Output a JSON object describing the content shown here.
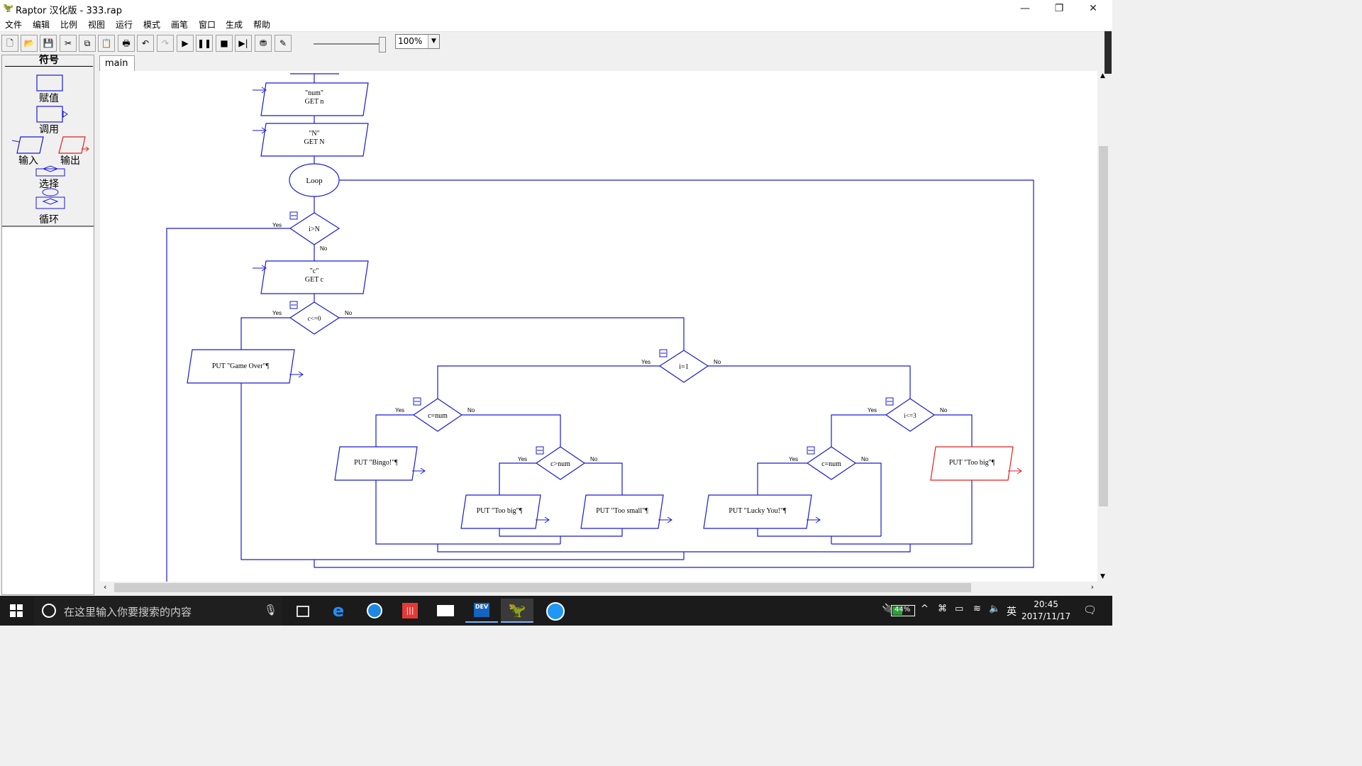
{
  "window": {
    "title": "Raptor 汉化版 - 333.rap",
    "minimize": "—",
    "restore": "❐",
    "close": "✕"
  },
  "menu": [
    "文件",
    "编辑",
    "比例",
    "视图",
    "运行",
    "模式",
    "画笔",
    "窗口",
    "生成",
    "帮助"
  ],
  "toolbar": {
    "icons": [
      "new-file-icon",
      "open-folder-icon",
      "save-icon",
      "cut-icon",
      "copy-icon",
      "paste-icon",
      "print-icon",
      "undo-icon",
      "redo-icon",
      "play-icon",
      "pause-icon",
      "stop-icon",
      "step-icon",
      "breakpoint-icon",
      "pen-icon"
    ],
    "zoom": "100%"
  },
  "palette": {
    "header": "符号",
    "assign": "赋值",
    "call": "调用",
    "input": "输入",
    "output": "输出",
    "select": "选择",
    "loop": "循环"
  },
  "tab": {
    "main": "main"
  },
  "flowchart": {
    "input_num_prompt": "\"num\"",
    "input_num_get": "GET n",
    "input_N_prompt": "\"N\"",
    "input_N_get": "GET N",
    "loop": "Loop",
    "cond_i_gt_N": "i>N",
    "input_c_prompt": "\"c\"",
    "input_c_get": "GET c",
    "cond_c_le_0": "c<=0",
    "out_game_over": "PUT \"Game Over\"¶",
    "cond_i_eq_1": "i=1",
    "cond_c_eq_num_a": "c=num",
    "out_bingo": "PUT \"Bingo!\"¶",
    "cond_c_gt_num": "c>num",
    "out_too_big_a": "PUT \"Too big\"¶",
    "out_too_small": "PUT \"Too small\"¶",
    "cond_i_le_3": "i<=3",
    "cond_c_eq_num_b": "c=num",
    "out_lucky": "PUT \"Lucky You!\"¶",
    "out_too_big_b": "PUT \"Too big\"¶",
    "yes": "Yes",
    "no": "No"
  },
  "taskbar": {
    "search_placeholder": "在这里输入你要搜索的内容",
    "battery": "44%",
    "ime": "英",
    "time": "20:45",
    "date": "2017/11/17"
  },
  "colors": {
    "flow": "#1a1ad4",
    "highlight": "#e02020",
    "taskbar": "#1b1b1b"
  }
}
